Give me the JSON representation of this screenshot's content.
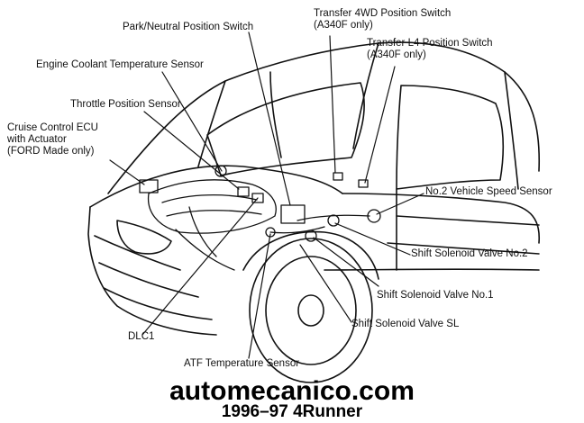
{
  "labels": {
    "park_neutral": "Park/Neutral Position Switch",
    "transfer_4wd": [
      "Transfer 4WD Position Switch",
      "(A340F only)"
    ],
    "transfer_l4": [
      "Transfer L4 Position Switch",
      "(A340F only)"
    ],
    "engine_coolant": "Engine Coolant Temperature Sensor",
    "throttle_position": "Throttle Position Sensor",
    "cruise_control": [
      "Cruise Control ECU",
      "with Actuator",
      "(FORD Made only)"
    ],
    "vehicle_speed": "No.2 Vehicle Speed Sensor",
    "solenoid_no2": "Shift Solenoid Valve No.2",
    "solenoid_no1": "Shift Solenoid Valve No.1",
    "solenoid_sl": "Shift Solenoid Valve SL",
    "dlc1": "DLC1",
    "atf_temp": "ATF Temperature Sensor"
  },
  "footer": {
    "site": "automecanico.com",
    "model": "1996–97 4Runner"
  }
}
